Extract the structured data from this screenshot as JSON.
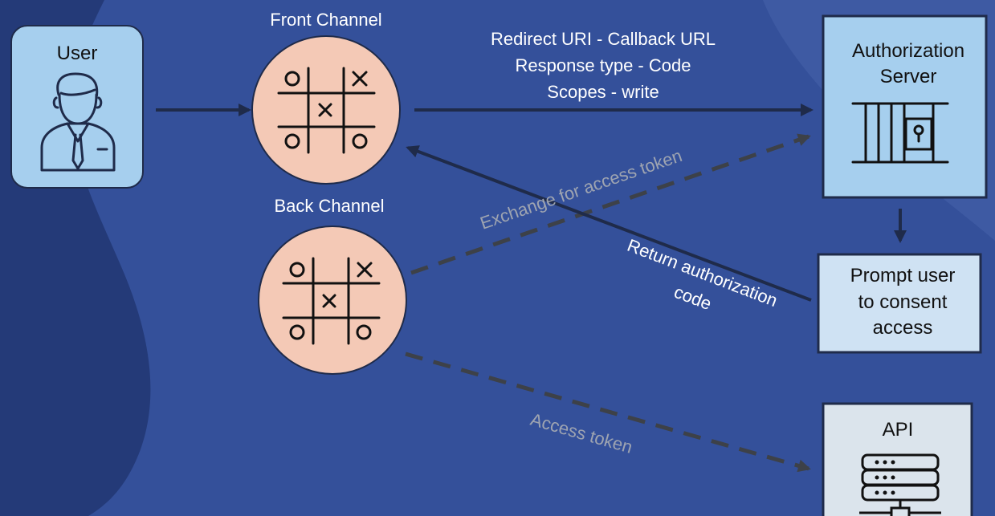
{
  "user": {
    "label": "User"
  },
  "front_channel": {
    "label": "Front Channel"
  },
  "back_channel": {
    "label": "Back Channel"
  },
  "redirect_params": {
    "line1": "Redirect URI - Callback URL",
    "line2": "Response type - Code",
    "line3": "Scopes - write"
  },
  "auth_server": {
    "line1": "Authorization",
    "line2": "Server"
  },
  "prompt_box": {
    "line1": "Prompt user",
    "line2": "to consent",
    "line3": "access"
  },
  "api": {
    "label": "API"
  },
  "edges": {
    "exchange": "Exchange for access token",
    "return_code_line1": "Return authorization",
    "return_code_line2": "code",
    "access_token": "Access token"
  },
  "colors": {
    "background": "#34509a",
    "background_dark": "#243a78",
    "circle_fill": "#f4c9b6",
    "box_blue": "#a6cfee",
    "box_light": "#cfe2f3",
    "api_box": "#dbe4ec",
    "arrow": "#1f2b4a",
    "dashed_arrow": "#3d4148",
    "muted_text": "#9ea4b1"
  },
  "icons": {
    "user": "businessman-icon",
    "channel": "tic-tac-toe-icon",
    "auth_server": "vault-icon",
    "api": "server-rack-icon"
  }
}
